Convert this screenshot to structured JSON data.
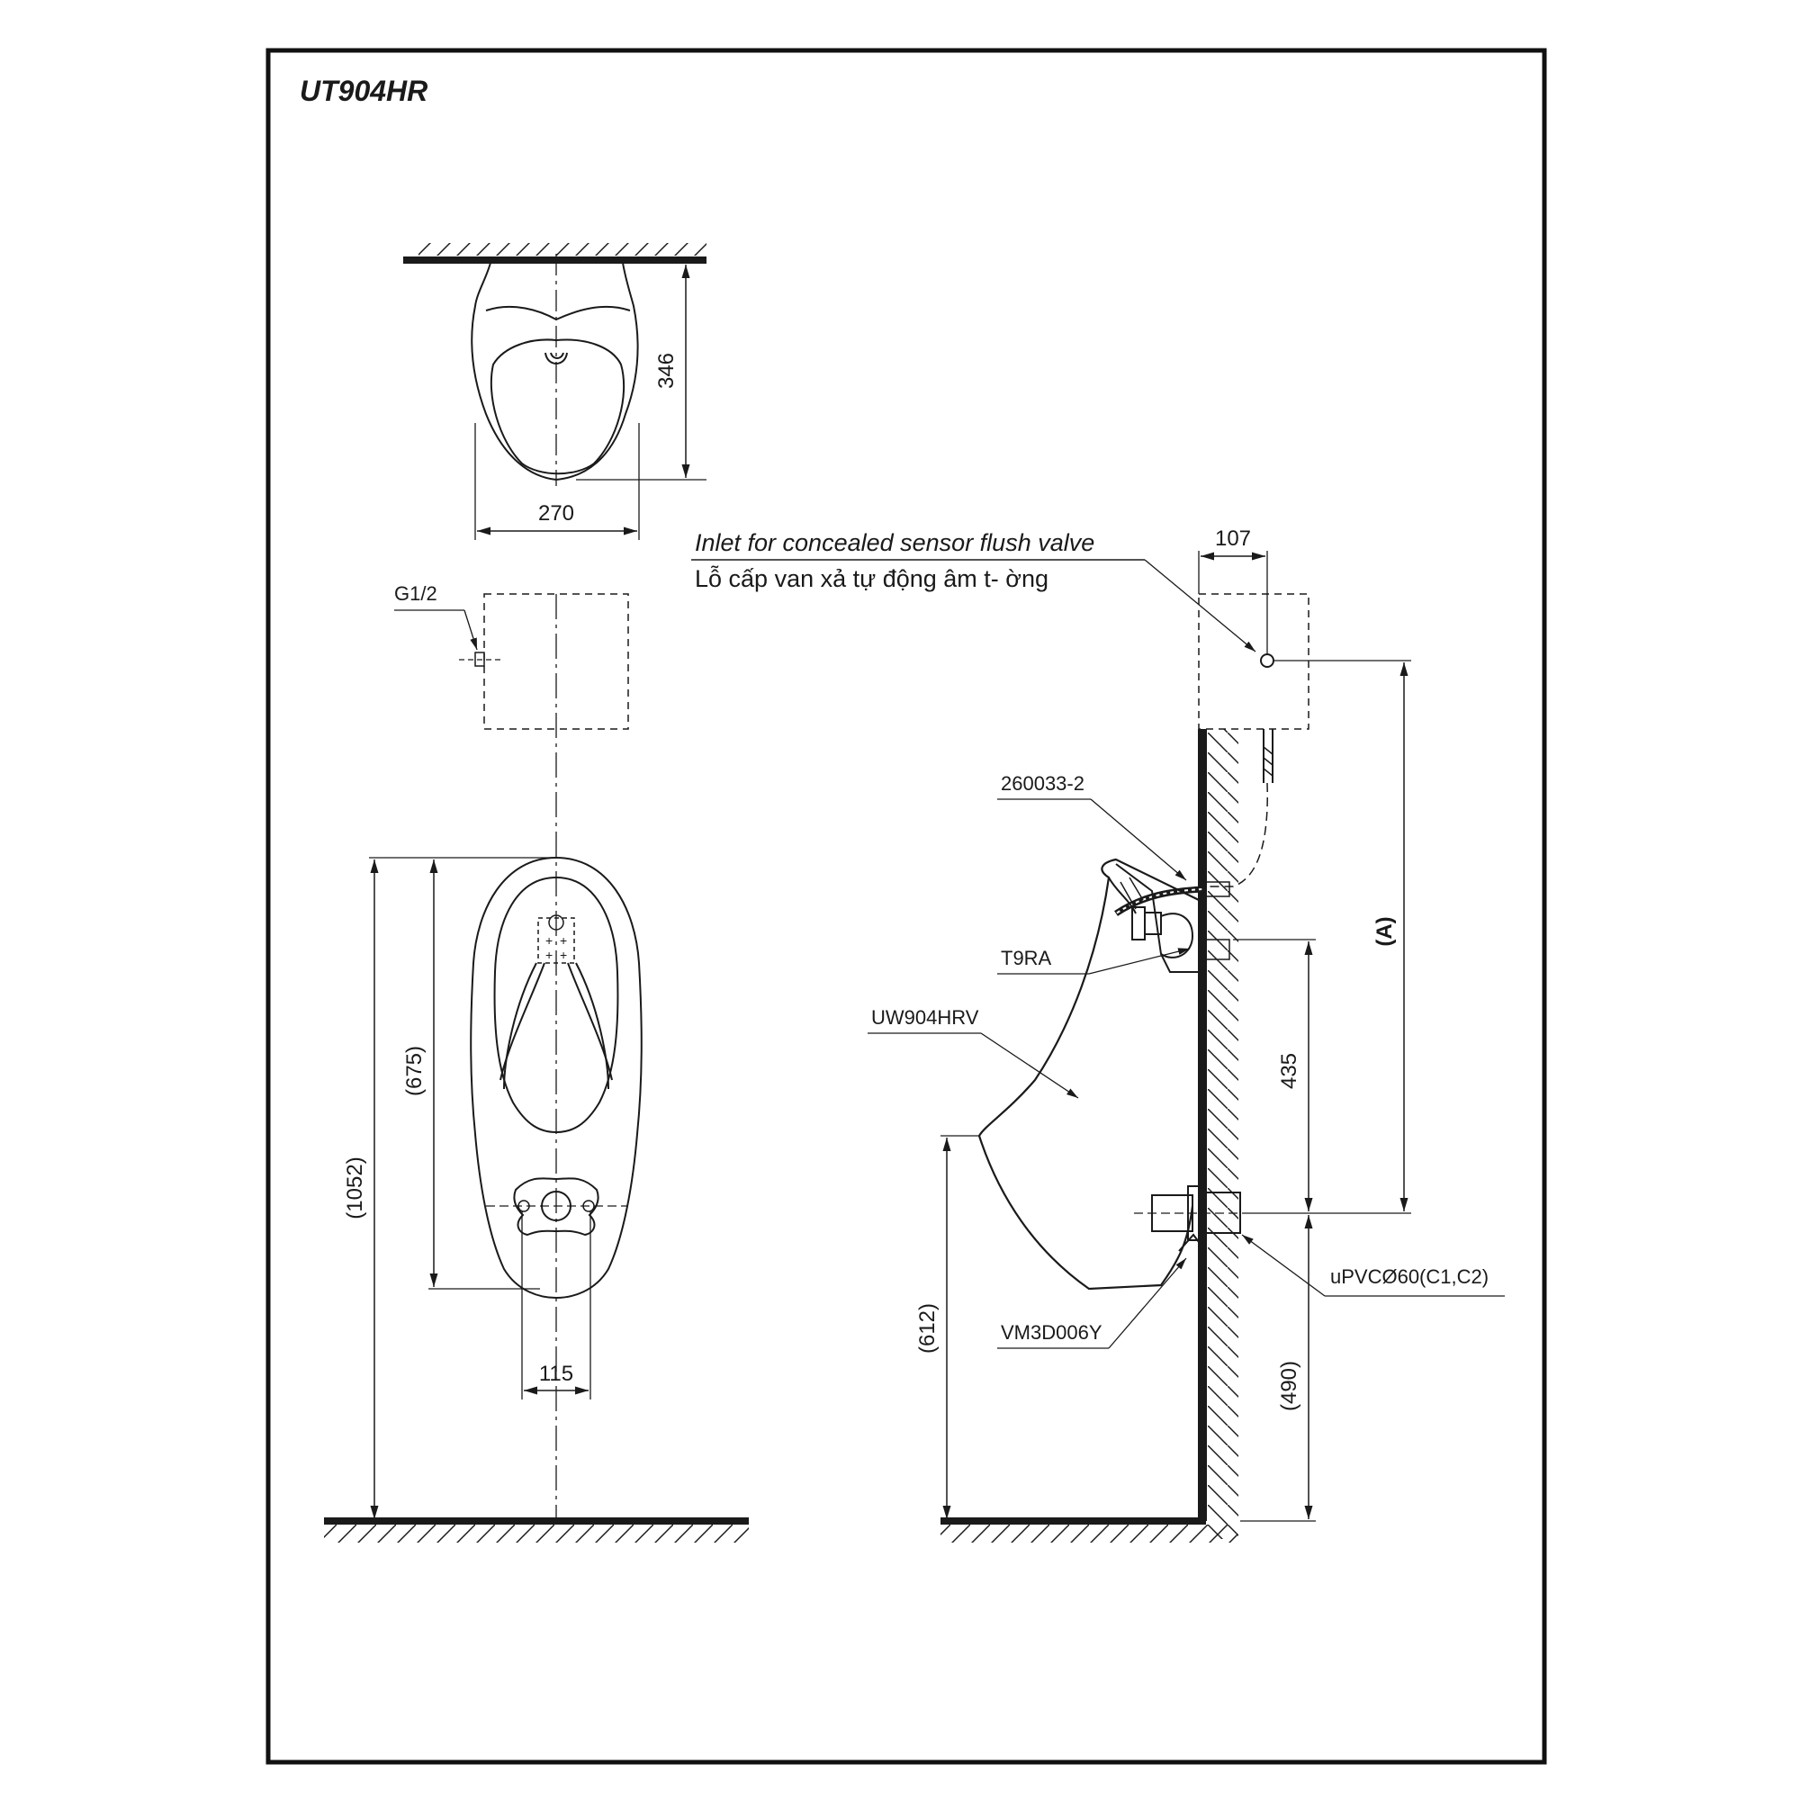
{
  "title": "UT904HR",
  "top_view": {
    "width": "270",
    "depth": "346"
  },
  "front_view": {
    "inlet_thread": "G1/2",
    "overall_height": "(1052)",
    "spud_to_outlet": "(675)",
    "outlet_width": "115"
  },
  "side_view": {
    "valve_offset": "107",
    "inlet_note_en": "Inlet for concealed sensor flush valve",
    "inlet_note_vi": "Lỗ cấp van xả tự động âm t- ờng",
    "part_supply_pipe": "260033-2",
    "part_spud": "T9RA",
    "part_bowl": "UW904HRV",
    "part_hanger": "VM3D006Y",
    "part_drain": "uPVCØ60(C1,C2)",
    "dim_a": "(A)",
    "dim_spud_to_drain": "435",
    "dim_rim_height": "(612)",
    "dim_drain_height": "(490)"
  }
}
